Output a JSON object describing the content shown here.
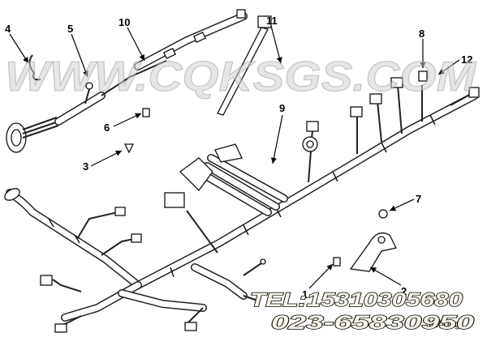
{
  "watermark": "WWW.CQKSGS.COM",
  "contact": {
    "tel": "TEL:15310305680",
    "phone2": "023-65830950"
  },
  "figure_number": "IN00eg",
  "callouts": [
    "1",
    "2",
    "3",
    "4",
    "5",
    "6",
    "7",
    "8",
    "9",
    "10",
    "11",
    "12"
  ]
}
